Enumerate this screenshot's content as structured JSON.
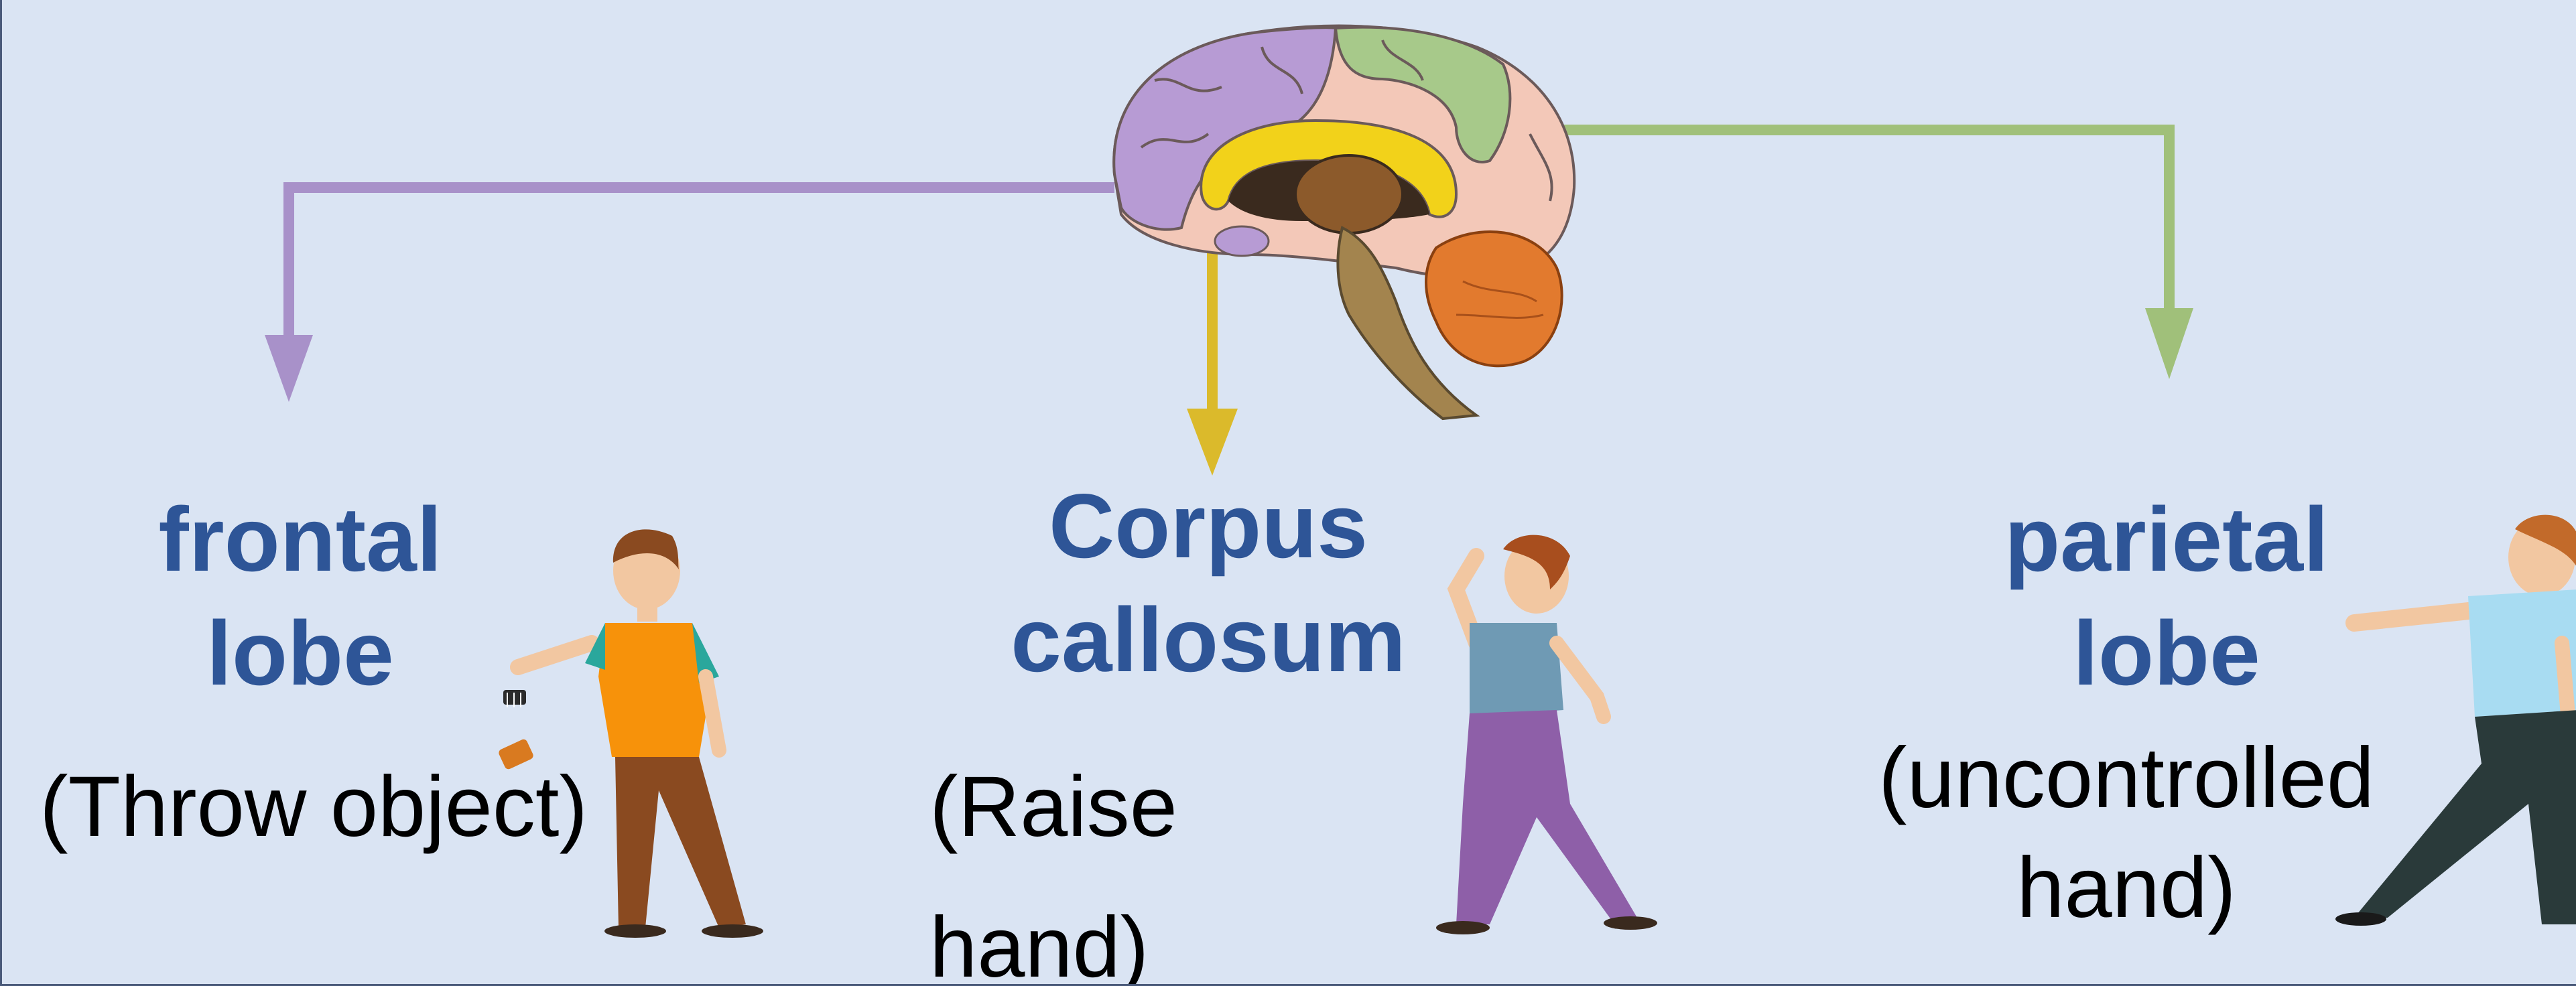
{
  "nodes": {
    "frontal": {
      "title_line1": "frontal",
      "title_line2": "lobe",
      "caption": "(Throw object)",
      "color": "#a891c9"
    },
    "corpus": {
      "title_line1": "Corpus",
      "title_line2": "callosum",
      "caption_line1": "(Raise",
      "caption_line2": "hand)",
      "color": "#dbba2b"
    },
    "parietal": {
      "title_line1": "parietal",
      "title_line2": "lobe",
      "caption_line1": "(uncontrolled",
      "caption_line2": "hand)",
      "color": "#a0c07a"
    }
  },
  "colors": {
    "background": "#dae4f3",
    "title_text": "#2e5597",
    "caption_text": "#000000"
  },
  "icons": [
    "brain-illustration",
    "person-throwing-object",
    "person-raising-hand",
    "person-uncontrolled-hand"
  ]
}
